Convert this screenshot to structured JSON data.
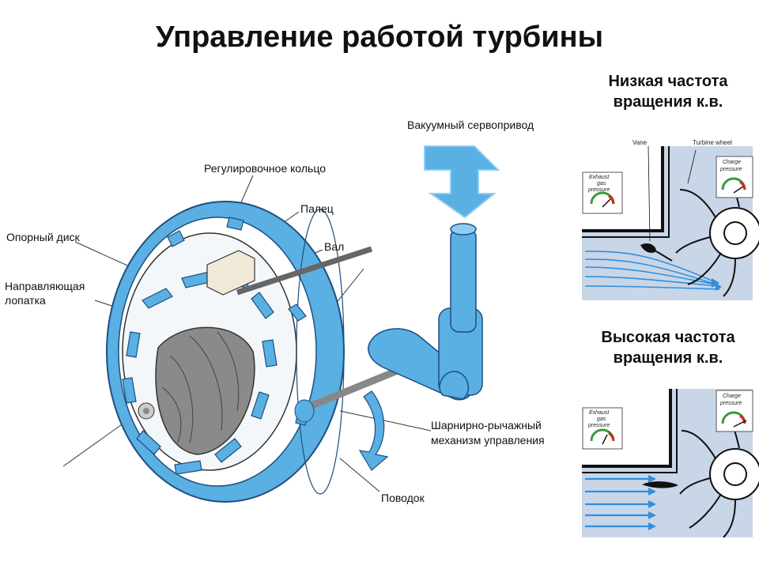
{
  "title": "Управление работой турбины",
  "labels": {
    "vacuum_actuator": "Вакуумный сервопривод",
    "adjusting_ring": "Регулировочное кольцо",
    "pin": "Палец",
    "shaft": "Вал",
    "support_disc": "Опорный диск",
    "guide_vane_l1": "Направляющая",
    "guide_vane_l2": "лопатка",
    "linkage_l1": "Шарнирно-рычажный",
    "linkage_l2": "механизм управления",
    "lever": "Поводок"
  },
  "low_speed": {
    "heading_l1": "Низкая частота",
    "heading_l2": "вращения к.в.",
    "vane_label": "Vane",
    "turbine_label": "Turbine wheel",
    "exhaust_l1": "Exhaust",
    "exhaust_l2": "gas",
    "exhaust_l3": "pressure",
    "charge_l1": "Charge",
    "charge_l2": "pressure"
  },
  "high_speed": {
    "heading_l1": "Высокая частота",
    "heading_l2": "вращения к.в.",
    "exhaust_l1": "Exhaust",
    "exhaust_l2": "gas",
    "exhaust_l3": "pressure",
    "charge_l1": "Charge",
    "charge_l2": "pressure"
  },
  "colors": {
    "blue": "#5aafe3",
    "blue_dark": "#1d6fb8",
    "arrow_blue": "#2f8fdc",
    "panel_bg": "#c8d6e8",
    "wheel_gray": "#8a8a8a"
  }
}
